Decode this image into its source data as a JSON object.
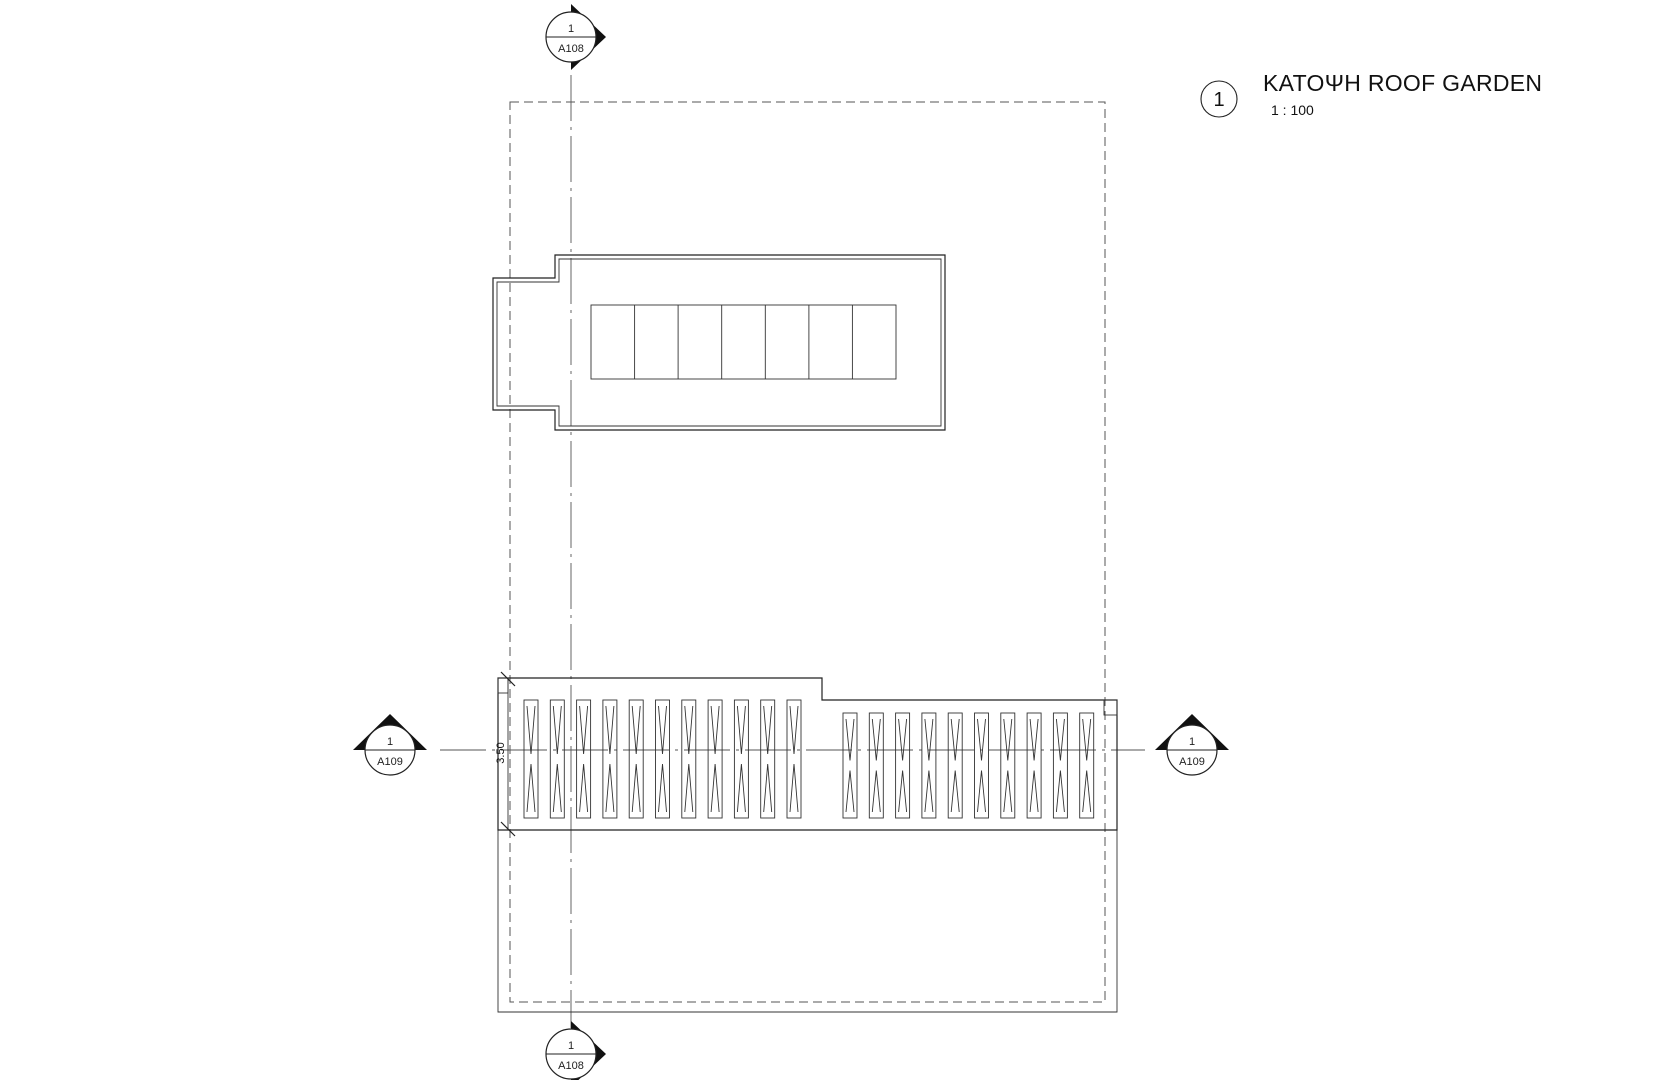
{
  "title": {
    "number": "1",
    "name": "ΚΑΤΟΨΗ ROOF GARDEN",
    "scale": "1 : 100"
  },
  "section_tags": {
    "top": {
      "detail": "1",
      "sheet": "A108"
    },
    "bottom": {
      "detail": "1",
      "sheet": "A108"
    },
    "left": {
      "detail": "1",
      "sheet": "A109"
    },
    "right": {
      "detail": "1",
      "sheet": "A109"
    }
  },
  "dimension": {
    "label": "3.50"
  },
  "colors": {
    "line": "#222222",
    "background": "#ffffff"
  }
}
